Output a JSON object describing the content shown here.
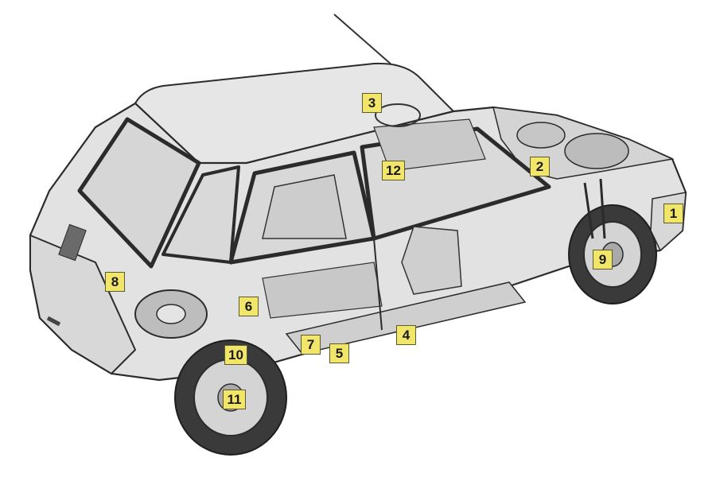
{
  "diagram": {
    "subject": "car-cutaway",
    "callouts": [
      {
        "id": "c1",
        "label": "1"
      },
      {
        "id": "c2",
        "label": "2"
      },
      {
        "id": "c3",
        "label": "3"
      },
      {
        "id": "c4",
        "label": "4"
      },
      {
        "id": "c5",
        "label": "5"
      },
      {
        "id": "c6",
        "label": "6"
      },
      {
        "id": "c7",
        "label": "7"
      },
      {
        "id": "c8",
        "label": "8"
      },
      {
        "id": "c9",
        "label": "9"
      },
      {
        "id": "c10",
        "label": "10"
      },
      {
        "id": "c11",
        "label": "11"
      },
      {
        "id": "c12",
        "label": "12"
      }
    ]
  },
  "colors": {
    "callout_fill": "#f2e66a",
    "callout_border": "#5c5a30",
    "body_fill": "#e2e2e2",
    "line": "#2b2b2b"
  }
}
